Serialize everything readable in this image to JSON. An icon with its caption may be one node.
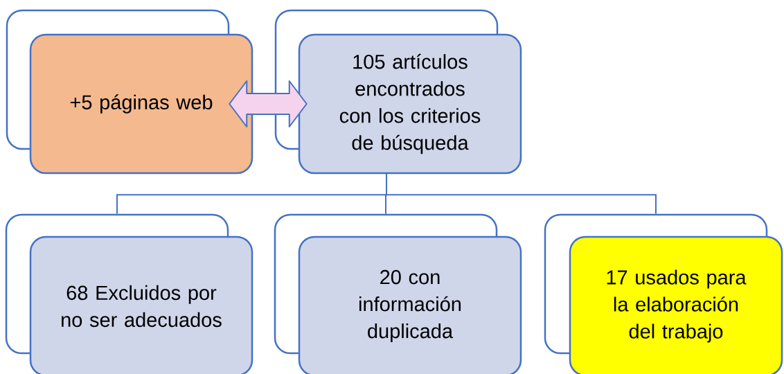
{
  "diagram": {
    "nodes": [
      {
        "text": [],
        "shape": "box"
      },
      {
        "text": [
          "+5 páginas web"
        ]
      },
      {
        "text": [],
        "shape": "box"
      },
      {
        "text": [
          "105 artículos encontrados con los criterios de búsqueda"
        ]
      },
      {
        "text": [],
        "shape": "box"
      },
      {
        "text": [
          "68 Excluidos por no ser adecuados"
        ]
      },
      {
        "text": [],
        "shape": "box"
      },
      {
        "text": [
          "20 con información duplicada"
        ]
      },
      {
        "text": [],
        "shape": "box"
      },
      {
        "text": [
          "17 usados para la elaboración del trabajo"
        ]
      }
    ],
    "edges": [
      {
        "from": 1,
        "to": 3,
        "arrow": "both"
      },
      {
        "from": 3,
        "to": 4,
        "arrow": "none"
      },
      {
        "from": 3,
        "to": 6,
        "arrow": "none"
      },
      {
        "from": 3,
        "to": 8,
        "arrow": "none"
      }
    ]
  }
}
